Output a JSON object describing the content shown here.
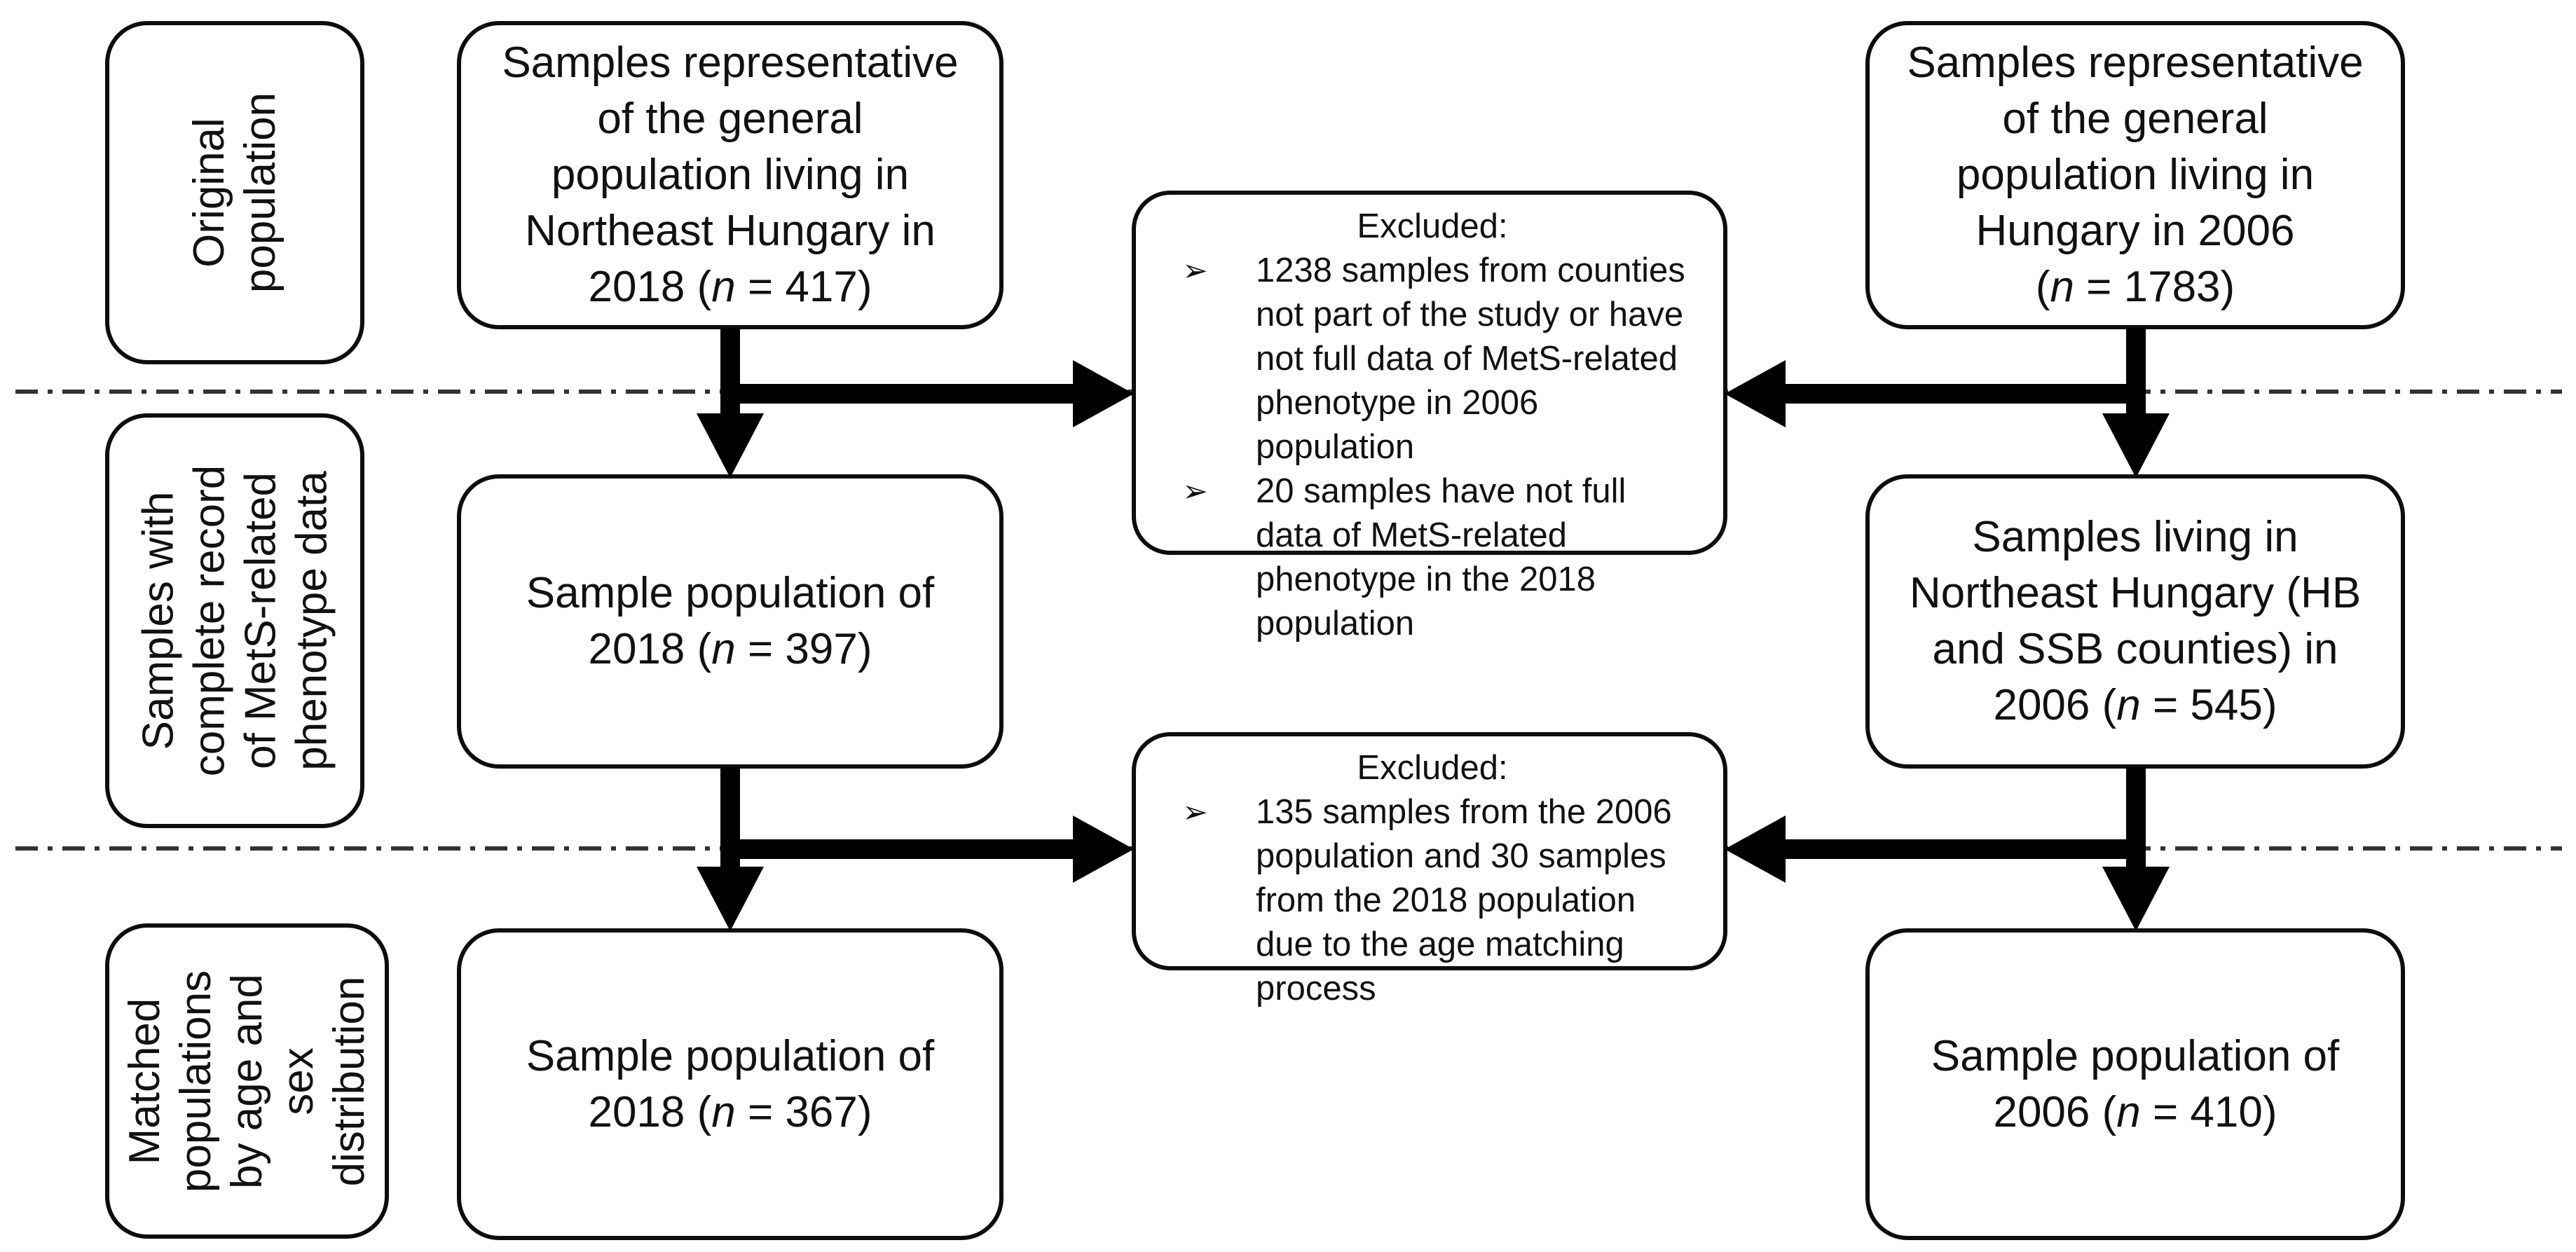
{
  "diagram": {
    "row_labels": [
      {
        "lines": [
          "Original",
          "population"
        ]
      },
      {
        "lines": [
          "Samples with",
          "complete record",
          "of MetS-related",
          "phenotype data"
        ]
      },
      {
        "lines": [
          "Matched",
          "populations",
          "by age and",
          "sex",
          "distribution"
        ]
      }
    ],
    "boxes": {
      "original_2018": {
        "lines": [
          "Samples representative",
          "of the general",
          "population living in",
          "Northeast Hungary in",
          "2018 (n = 417)"
        ]
      },
      "original_2006": {
        "lines": [
          "Samples representative",
          "of the general",
          "population living in",
          "Hungary in 2006",
          "(n = 1783)"
        ]
      },
      "complete_2018": {
        "lines": [
          "Sample population of",
          "2018 (n = 397)"
        ]
      },
      "complete_2006": {
        "lines": [
          "Samples living in",
          "Northeast Hungary (HB",
          "and SSB counties) in",
          "2006 (n = 545)"
        ]
      },
      "matched_2018": {
        "lines": [
          "Sample population of",
          "2018 (n = 367)"
        ]
      },
      "matched_2006": {
        "lines": [
          "Sample population of",
          "2006 (n = 410)"
        ]
      }
    },
    "exclusions": [
      {
        "title": "Excluded:",
        "bullet_icon": "➢",
        "items": [
          "1238 samples from counties not part of the study or have not full data of MetS-related phenotype in 2006 population",
          "20 samples have not full data of MetS-related phenotype in the 2018 population"
        ]
      },
      {
        "title": "Excluded:",
        "bullet_icon": "➢",
        "items": [
          "135 samples from the 2006 population and 30 samples from the 2018 population due to the age matching process"
        ]
      }
    ],
    "colors": {
      "arrow": "#000000",
      "box_border": "#0d0d0d",
      "text": "#111111",
      "background": "#ffffff",
      "dash_line": "#333333"
    }
  }
}
